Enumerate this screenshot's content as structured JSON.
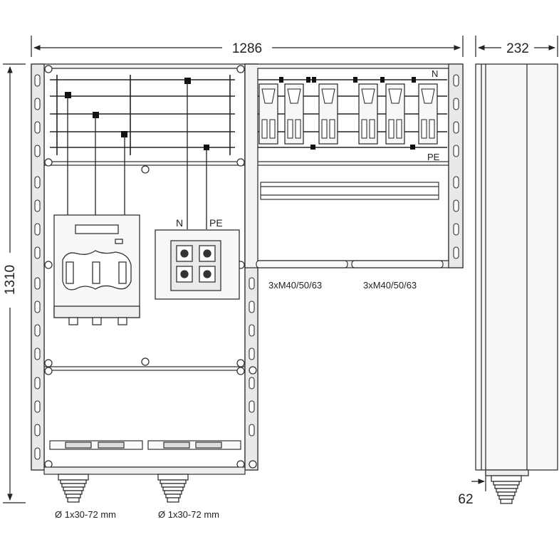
{
  "dimensions": {
    "width": "1286",
    "depth": "232",
    "height": "1310",
    "bottom_offset": "62"
  },
  "labels": {
    "busbar_n": "N",
    "busbar_pe": "PE",
    "terminal_n": "N",
    "terminal_pe": "PE",
    "gland_right_1": "3xM40/50/63",
    "gland_right_2": "3xM40/50/63",
    "cable_entry_1": "Ø 1x30-72 mm",
    "cable_entry_2": "Ø 1x30-72 mm"
  }
}
